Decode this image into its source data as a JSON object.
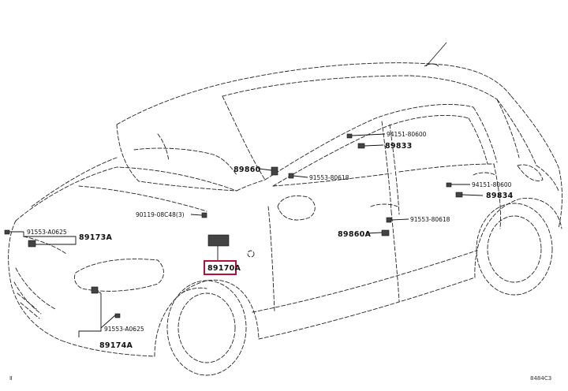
{
  "diagram": {
    "image_code": "8484C3",
    "corner_mark": "Ⅱ",
    "labels": [
      {
        "id": "p89833",
        "text": "89833",
        "kind": "big"
      },
      {
        "id": "p94151a",
        "text": "94151-80600",
        "kind": "small"
      },
      {
        "id": "p89860",
        "text": "89860",
        "kind": "big"
      },
      {
        "id": "p91553a",
        "text": "91553-80618",
        "kind": "small"
      },
      {
        "id": "p90119",
        "text": "90119-08C48(3)",
        "kind": "small"
      },
      {
        "id": "p91553b",
        "text": "91553-A0625",
        "kind": "small"
      },
      {
        "id": "p89173a",
        "text": "89173A",
        "kind": "big"
      },
      {
        "id": "p94151b",
        "text": "94151-80600",
        "kind": "small"
      },
      {
        "id": "p89834",
        "text": "89834",
        "kind": "big"
      },
      {
        "id": "p91553c",
        "text": "91553-80618",
        "kind": "small"
      },
      {
        "id": "p89860a",
        "text": "89860A",
        "kind": "big"
      },
      {
        "id": "p89170a",
        "text": "89170A",
        "kind": "big",
        "highlighted": true
      },
      {
        "id": "p91553d",
        "text": "91553-A0625",
        "kind": "small"
      },
      {
        "id": "p89174a",
        "text": "89174A",
        "kind": "big"
      }
    ],
    "highlight_color": "#b3103b"
  }
}
